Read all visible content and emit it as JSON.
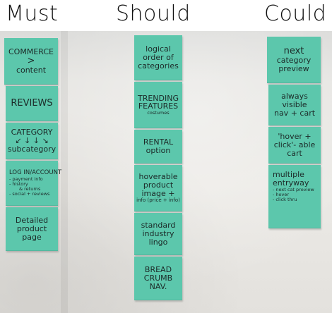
{
  "headers": [
    "Must",
    "Should",
    "Could"
  ],
  "columns": [
    {
      "name": "Must",
      "notes": [
        {
          "lines": [
            "COMMERCE",
            ">",
            "content"
          ]
        },
        {
          "lines": [
            "REVIEWS"
          ]
        },
        {
          "lines": [
            "CATEGORY",
            "↙ ↓ ↓ ↘",
            "subcategory"
          ]
        },
        {
          "lines": [
            "LOG IN/ACCOUNT",
            "- payment info",
            "- history",
            "& returns",
            "- social + reviews"
          ]
        },
        {
          "lines": [
            "Detailed",
            "product",
            "page"
          ]
        }
      ]
    },
    {
      "name": "Should",
      "notes": [
        {
          "lines": [
            "logical",
            "order of",
            "categories"
          ]
        },
        {
          "lines": [
            "TRENDING",
            "FEATURES",
            "costumes"
          ]
        },
        {
          "lines": [
            "RENTAL",
            "option"
          ]
        },
        {
          "lines": [
            "hoverable",
            "product",
            "image +",
            "info (price + info)"
          ]
        },
        {
          "lines": [
            "standard",
            "industry",
            "lingo"
          ]
        },
        {
          "lines": [
            "BREAD",
            "CRUMB",
            "NAV."
          ]
        }
      ]
    },
    {
      "name": "Could",
      "notes": [
        {
          "lines": [
            "next",
            "category",
            "preview"
          ]
        },
        {
          "lines": [
            "always",
            "visible",
            "nav + cart"
          ]
        },
        {
          "lines": [
            "'hover +",
            "click'- able",
            "cart"
          ]
        },
        {
          "lines": [
            "multiple",
            "entryway",
            "- next cat preview",
            "- hover",
            "- click thru"
          ]
        }
      ]
    }
  ]
}
